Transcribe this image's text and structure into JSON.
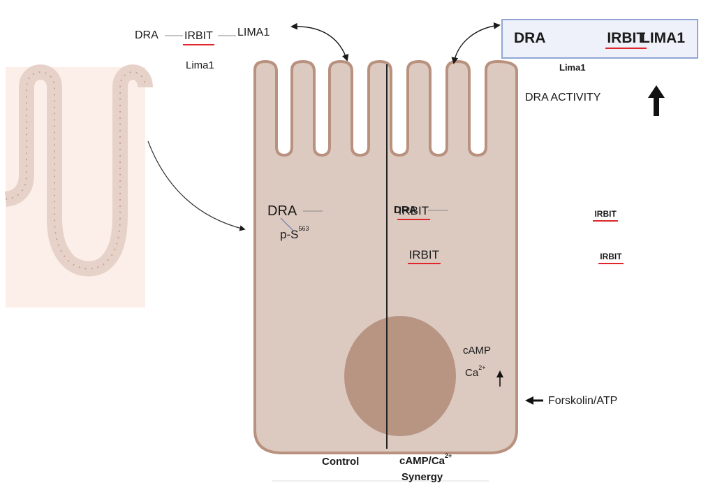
{
  "top_left_complex": {
    "dra": "DRA",
    "irbit": "IRBIT",
    "lima1": "LIMA1",
    "caption": "Lima1"
  },
  "top_right_complex": {
    "dra": "DRA",
    "irbit": "IRBIT",
    "lima1": "LIMA1",
    "caption": "Lima1"
  },
  "dra_activity": "DRA ACTIVITY",
  "control_side": {
    "dra": "DRA",
    "irbit_bound": "IRBIT",
    "phospho": "p-S",
    "phospho_site": "563",
    "irbit_free": "IRBIT"
  },
  "synergy_side": {
    "dra": "DRA",
    "irbit_bound": "IRBIT",
    "irbit_free": "IRBIT"
  },
  "nucleus_labels": {
    "camp": "cAMP",
    "ca": "Ca",
    "ca_charge": "2+"
  },
  "stimulus": "Forskolin/ATP",
  "bottom_labels": {
    "control": "Control",
    "synergy_line1": "cAMP/Ca",
    "synergy_charge": "2+",
    "synergy_line2": "Synergy"
  },
  "colors": {
    "cell_fill": "#dccac0",
    "cell_outline": "#b8917f",
    "nucleus": "#b89482",
    "villus_fill": "#fcefe9",
    "villus_band": "#e6d2c9",
    "underline": "#e0242a",
    "box_border": "#8fa6d4"
  }
}
